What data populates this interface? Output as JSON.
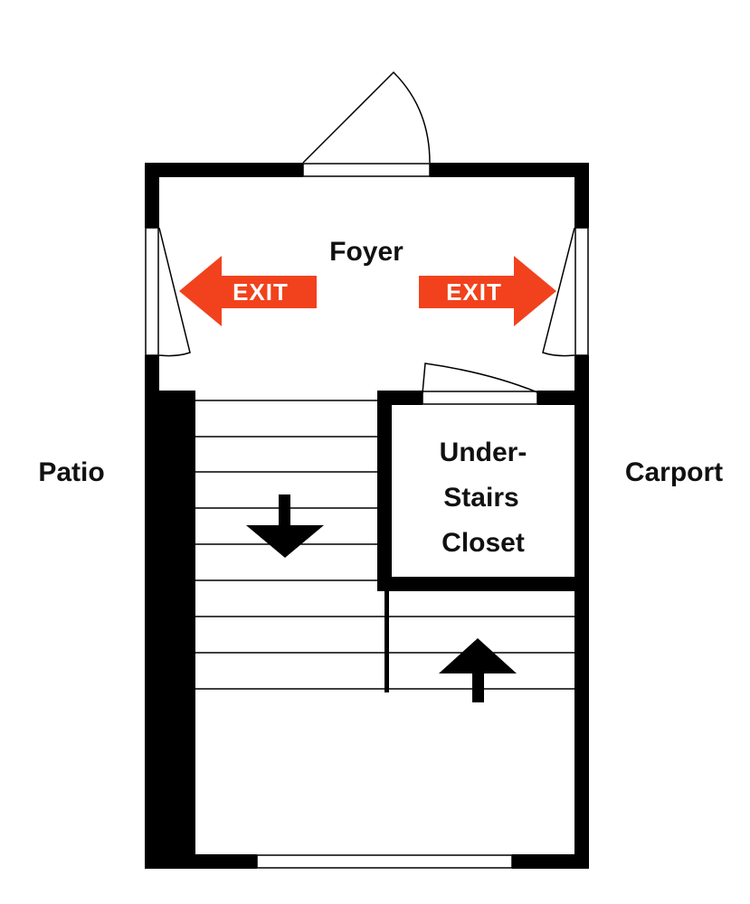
{
  "labels": {
    "foyer": "Foyer",
    "closet_line1": "Under-",
    "closet_line2": "Stairs",
    "closet_line3": "Closet",
    "patio": "Patio",
    "carport": "Carport"
  },
  "exit_signs": [
    {
      "text": "EXIT",
      "direction": "left"
    },
    {
      "text": "EXIT",
      "direction": "right"
    }
  ],
  "stair_arrows": [
    {
      "direction": "down"
    },
    {
      "direction": "up"
    }
  ],
  "colors": {
    "wall": "#000000",
    "exit": "#f1421d",
    "background": "#ffffff"
  }
}
